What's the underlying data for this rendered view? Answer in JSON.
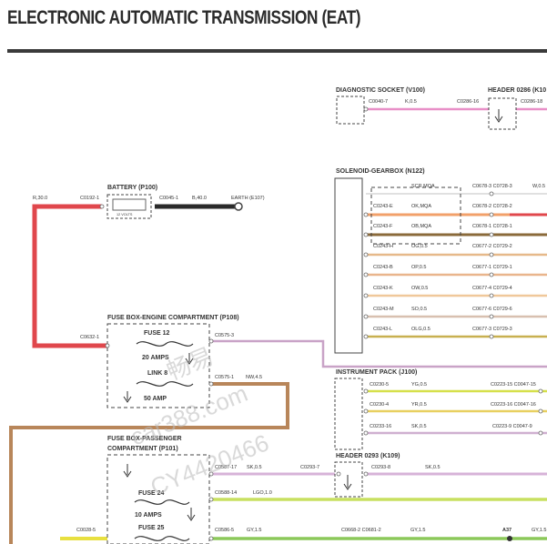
{
  "title": "ELECTRONIC AUTOMATIC TRANSMISSION (EAT)",
  "components": {
    "diagnostic_socket": "DIAGNOSTIC SOCKET (V100)",
    "header_0286": "HEADER 0286 (K10",
    "solenoid_gearbox": "SOLENOID-GEARBOX (N122)",
    "battery": "BATTERY (P100)",
    "battery_rating": "12 VOLTS",
    "earth": "EARTH (E107)",
    "fuse_box_engine": "FUSE BOX-ENGINE COMPARTMENT (P108)",
    "instrument_pack": "INSTRUMENT PACK (J100)",
    "header_0293": "HEADER 0293 (K109)",
    "fuse_box_passenger_1": "FUSE BOX-PASSENGER",
    "fuse_box_passenger_2": "COMPARTMENT (P101)"
  },
  "fuses": {
    "fuse12": "FUSE 12",
    "fuse12_rating": "20 AMPS",
    "link8": "LINK 8",
    "link8_rating": "50 AMP",
    "fuse24": "FUSE 24",
    "fuse24_rating": "10 AMPS",
    "fuse25": "FUSE 25"
  },
  "labels": {
    "diag_conn": "C0040-7",
    "diag_wire": "K,0.5",
    "diag_to": "C0286-16",
    "header0286_conn": "C0286-18",
    "bat_wire": "R,30.0",
    "bat_conn": "C0192-1",
    "bat_out": "C0045-1",
    "bat_out_wire": "B,40.0",
    "fuse_in": "C0632-1",
    "fuse12_out": "C0575-3",
    "link8_out": "C0575-1",
    "link8_wire": "NW,4.5",
    "sol_top_wire": "SCR,MQA",
    "sol_top_right": "C0678-3 C0728-3",
    "sol_top_right_wire": "W,0.5",
    "sol_e_conn": "C0243-E",
    "sol_e_wire": "OK,MQA",
    "sol_e_to": "C0678-2 C0728-2",
    "sol_f_conn": "C0243-F",
    "sol_f_wire": "OB,MQA",
    "sol_f_to": "C0678-1 C0728-1",
    "sol_h_conn": "C0243-H",
    "sol_h_wire": "OG,0.5",
    "sol_h_to": "C0677-2 C0729-2",
    "sol_b_conn": "C0243-B",
    "sol_b_wire": "OP,0.5",
    "sol_b_to": "C0677-1 C0729-1",
    "sol_k_conn": "C0243-K",
    "sol_k_wire": "OW,0.5",
    "sol_k_to": "C0677-4 C0729-4",
    "sol_m_conn": "C0243-M",
    "sol_m_wire": "SO,0.5",
    "sol_m_to": "C0677-6 C0729-6",
    "sol_l_conn": "C0243-L",
    "sol_l_wire": "OLG,0.5",
    "sol_l_to": "C0677-3 C0729-3",
    "ip_1_conn": "C0230-5",
    "ip_1_wire": "YG,0.5",
    "ip_1_to": "C0223-15 C0047-15",
    "ip_2_conn": "C0230-4",
    "ip_2_wire": "YR,0.5",
    "ip_2_to": "C0223-16 C0047-16",
    "ip_3_conn": "C0233-16",
    "ip_3_wire": "SK,0.5",
    "ip_3_to": "C0223-9 C0047-9",
    "pfb_1_conn": "C0587-17",
    "pfb_1_wire": "SK,0.5",
    "pfb_1_to": "C0293-7",
    "h293_conn": "C0293-8",
    "h293_wire": "SK,0.5",
    "pfb_2_conn": "C0588-14",
    "pfb_2_wire": "LGO,1.0",
    "pfb_3_conn": "C0586-5",
    "pfb_3_wire": "GY,1.5",
    "pfb_3_to": "C0668-2 C0681-2",
    "pfb_3_wire2": "GY,1.5",
    "pfb_3_end": "A37",
    "pfb_3_end_wire": "GY,1.5",
    "left_conn": "C0028-5"
  },
  "watermark": [
    "畅易",
    "car388.com",
    "CY4420466"
  ],
  "colors": {
    "red": "#e0474c",
    "black": "#2a2a2a",
    "pink": "#e88fc7",
    "orange": "#f2a06a",
    "orange_dark": "#e07b30",
    "brown": "#b8865a",
    "tan": "#d9b98a",
    "purple": "#c9a3c7",
    "yellow_green": "#d6e04a",
    "green": "#8cc85a",
    "lilac": "#d7b3d8",
    "grey_pink": "#d6b8c8"
  }
}
